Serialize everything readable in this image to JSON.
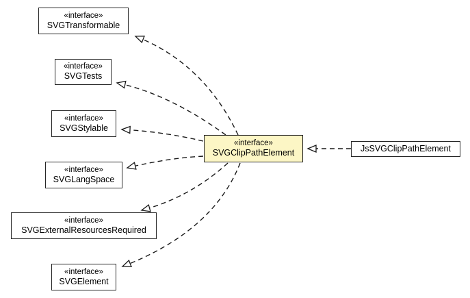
{
  "diagram": {
    "kind": "uml-class-diagram",
    "stereotype_label": "«interface»",
    "highlight_color": "#fcf6c5",
    "line_color": "#1a1a1a",
    "nodes": [
      {
        "stereotype": "«interface»",
        "name": "SVGTransformable"
      },
      {
        "stereotype": "«interface»",
        "name": "SVGTests"
      },
      {
        "stereotype": "«interface»",
        "name": "SVGStylable"
      },
      {
        "stereotype": "«interface»",
        "name": "SVGLangSpace"
      },
      {
        "stereotype": "«interface»",
        "name": "SVGExternalResourcesRequired"
      },
      {
        "stereotype": "«interface»",
        "name": "SVGElement"
      },
      {
        "stereotype": "«interface»",
        "name": "SVGClipPathElement",
        "highlighted": true
      },
      {
        "name": "JsSVGClipPathElement"
      }
    ],
    "edges": [
      {
        "from": "SVGClipPathElement",
        "to": "SVGTransformable",
        "type": "dashed-realization"
      },
      {
        "from": "SVGClipPathElement",
        "to": "SVGTests",
        "type": "dashed-realization"
      },
      {
        "from": "SVGClipPathElement",
        "to": "SVGStylable",
        "type": "dashed-realization"
      },
      {
        "from": "SVGClipPathElement",
        "to": "SVGLangSpace",
        "type": "dashed-realization"
      },
      {
        "from": "SVGClipPathElement",
        "to": "SVGExternalResourcesRequired",
        "type": "dashed-realization"
      },
      {
        "from": "SVGClipPathElement",
        "to": "SVGElement",
        "type": "dashed-realization"
      },
      {
        "from": "JsSVGClipPathElement",
        "to": "SVGClipPathElement",
        "type": "dashed-realization"
      }
    ]
  }
}
